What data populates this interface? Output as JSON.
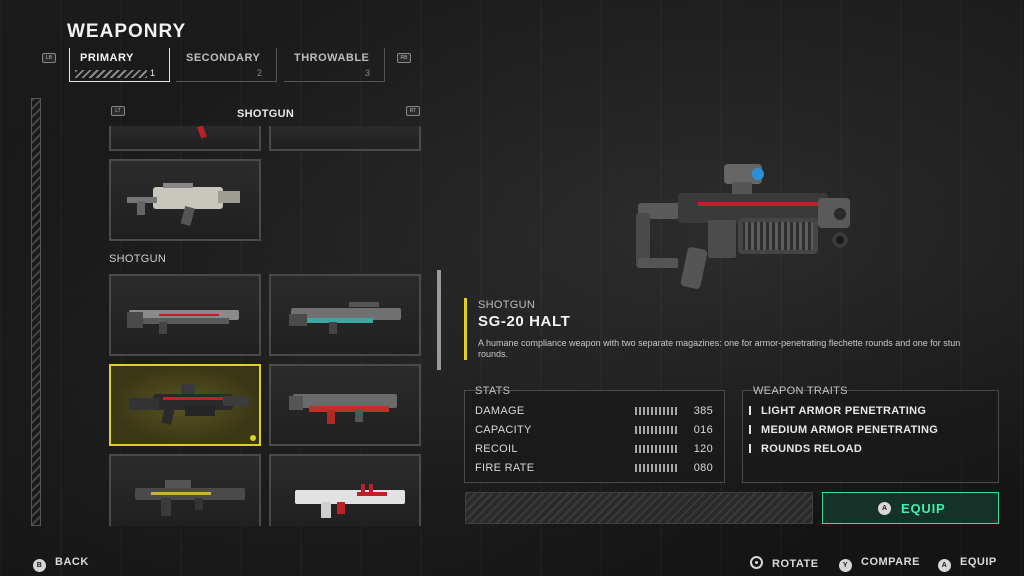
{
  "title": "WEAPONRY",
  "bumpers": {
    "left_tab": "LB",
    "right_tab": "RB",
    "left_cat": "LT",
    "right_cat": "RT"
  },
  "tabs": [
    {
      "label": "PRIMARY",
      "num": "1",
      "active": true
    },
    {
      "label": "SECONDARY",
      "num": "2",
      "active": false
    },
    {
      "label": "THROWABLE",
      "num": "3",
      "active": false
    }
  ],
  "category_header": "SHOTGUN",
  "section_label": "SHOTGUN",
  "weapon": {
    "type": "SHOTGUN",
    "name": "SG-20 HALT",
    "description": "A humane compliance weapon with two separate magazines: one for armor-penetrating flechette rounds and one for stun rounds."
  },
  "stats": {
    "title": "STATS",
    "rows": [
      {
        "name": "DAMAGE",
        "value": "385"
      },
      {
        "name": "CAPACITY",
        "value": "016"
      },
      {
        "name": "RECOIL",
        "value": "120"
      },
      {
        "name": "FIRE RATE",
        "value": "080"
      }
    ]
  },
  "traits": {
    "title": "WEAPON TRAITS",
    "items": [
      "LIGHT ARMOR PENETRATING",
      "MEDIUM ARMOR PENETRATING",
      "ROUNDS RELOAD"
    ]
  },
  "equip_button": {
    "glyph": "A",
    "label": "EQUIP"
  },
  "footer": {
    "back": {
      "glyph": "B",
      "label": "BACK"
    },
    "rotate": {
      "label": "ROTATE"
    },
    "compare": {
      "glyph": "Y",
      "label": "COMPARE"
    },
    "equip": {
      "glyph": "A",
      "label": "EQUIP"
    }
  },
  "colors": {
    "selection": "#e0d21c",
    "equip_accent": "#3ef0b0",
    "weapon_stripe": "#c0202a"
  }
}
